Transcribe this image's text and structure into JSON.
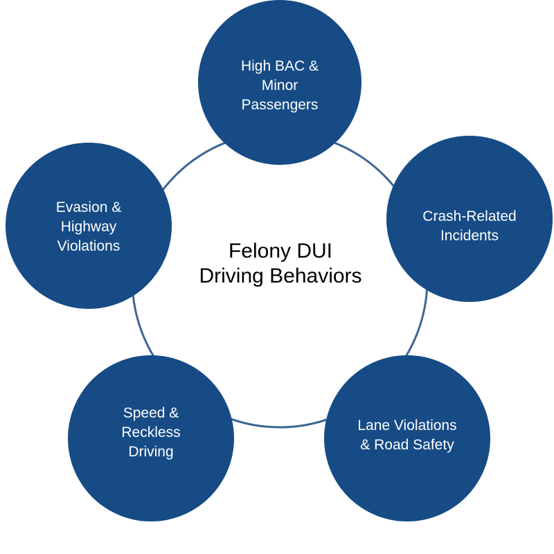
{
  "center": {
    "line1": "Felony DUI",
    "line2": "Driving Behaviors"
  },
  "nodes": [
    {
      "line1": "High BAC &",
      "line2": "Minor",
      "line3": "Passengers"
    },
    {
      "line1": "Crash-Related",
      "line2": "Incidents"
    },
    {
      "line1": "Lane Violations",
      "line2": "& Road Safety"
    },
    {
      "line1": "Speed &",
      "line2": "Reckless",
      "line3": "Driving"
    },
    {
      "line1": "Evasion &",
      "line2": "Highway",
      "line3": "Violations"
    }
  ],
  "colors": {
    "node_fill": "#164b85",
    "ring_stroke": "#3d6690",
    "node_text": "#ffffff",
    "center_text": "#000000"
  }
}
